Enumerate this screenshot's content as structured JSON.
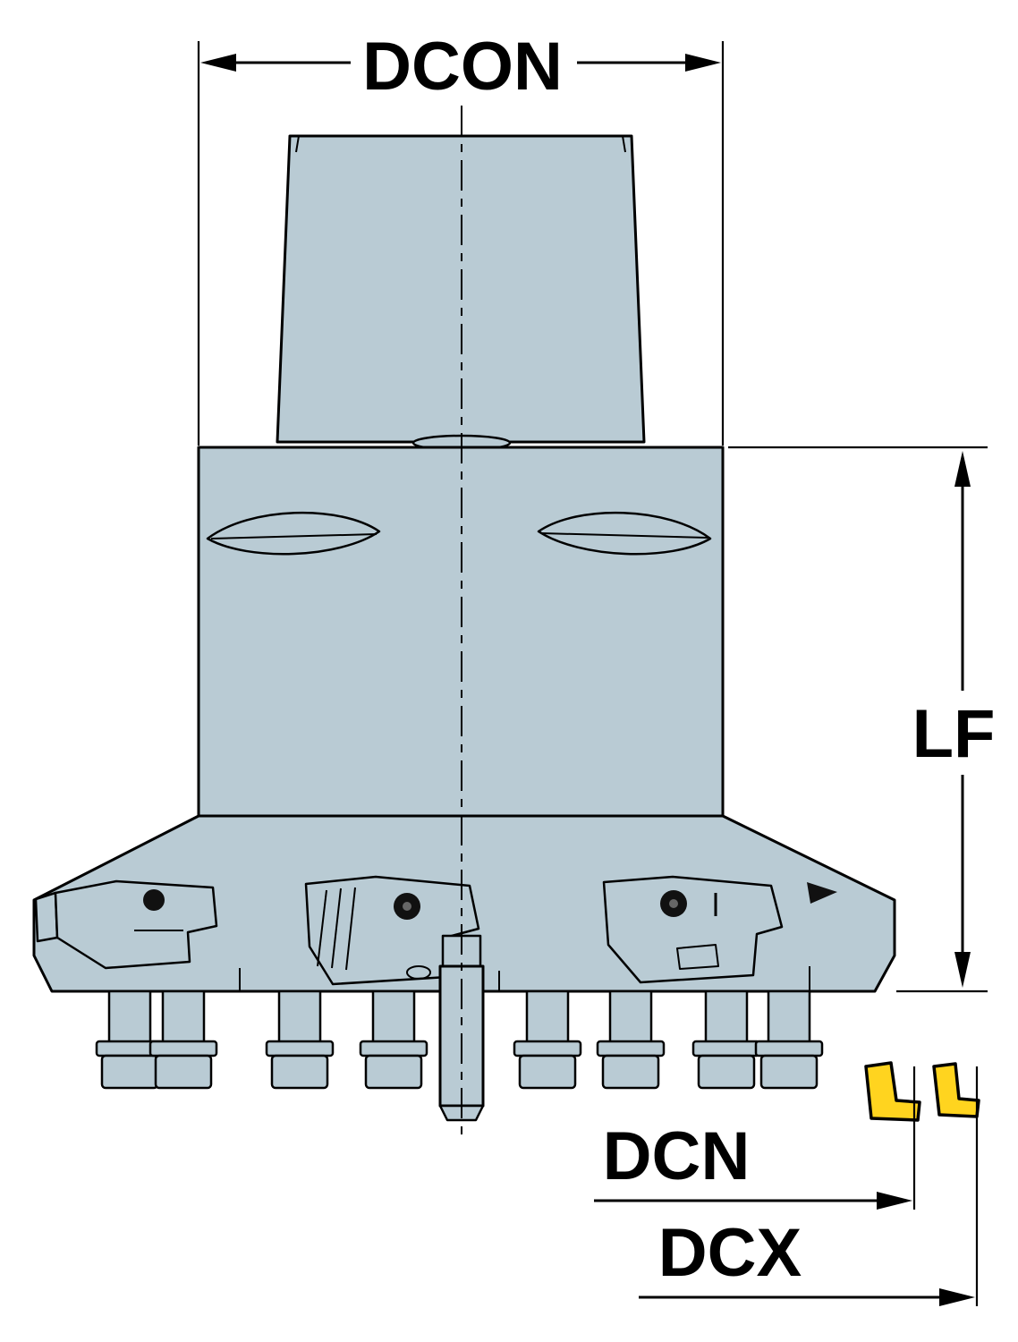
{
  "diagram": {
    "labels": {
      "dcon": "DCON",
      "lf": "LF",
      "dcn": "DCN",
      "dcx": "DCX"
    },
    "colors": {
      "body_fill": "#b9cbd4",
      "line": "#000000",
      "insert_yellow": "#ffd41f",
      "background": "#ffffff"
    }
  }
}
